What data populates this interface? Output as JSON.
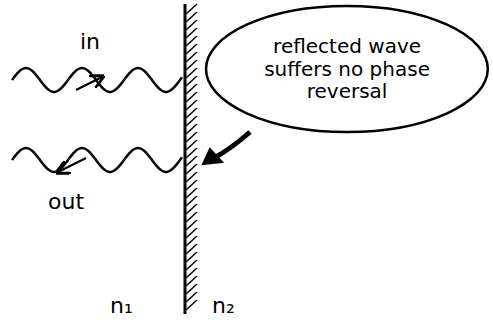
{
  "diagram": {
    "nodes": [
      {
        "text": [
          "reflected wave suffers no phase reversal"
        ]
      }
    ],
    "labels": [
      "in",
      "out",
      "n₁",
      "n₂"
    ]
  }
}
